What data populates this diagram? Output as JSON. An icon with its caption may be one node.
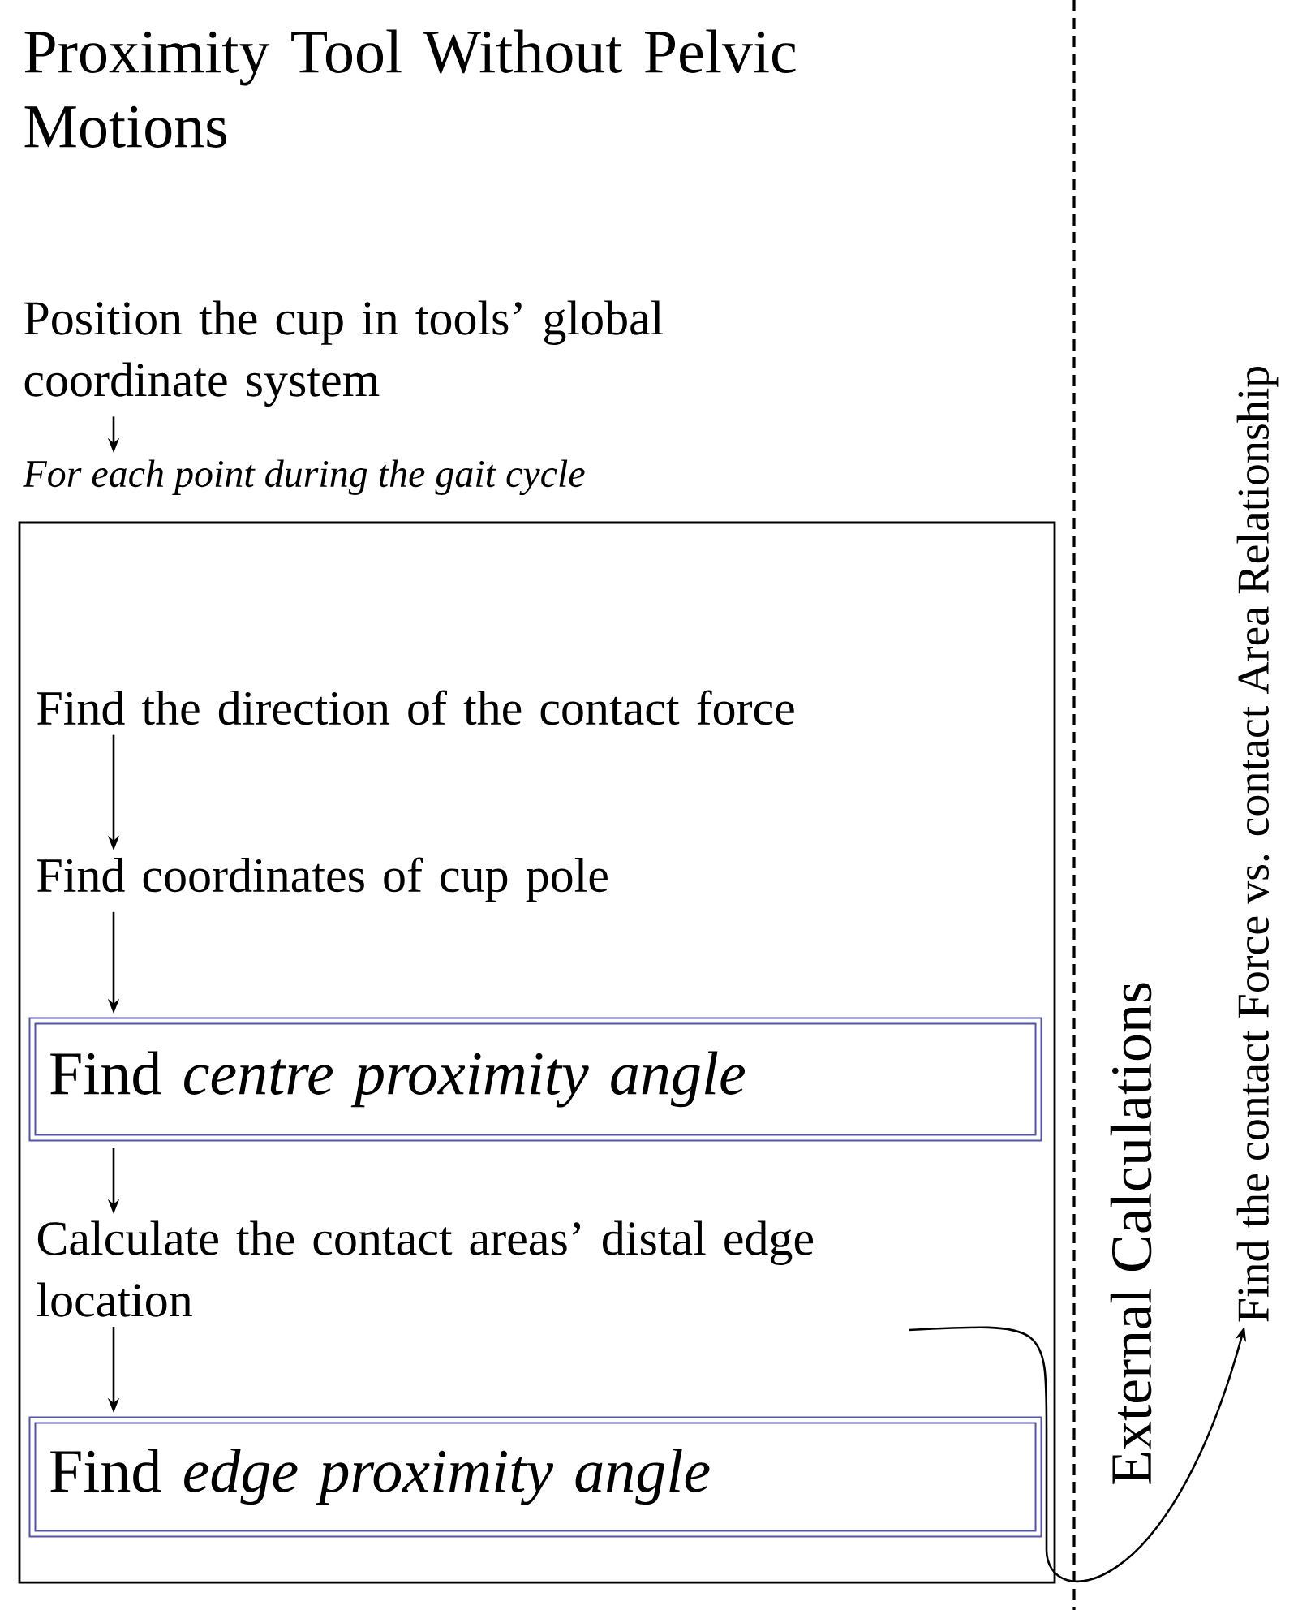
{
  "diagram": {
    "title": "Proximity Tool Without Pelvic Motions",
    "nodes": [
      {
        "text": [
          "Position the cup in tools’ global coordinate system"
        ]
      },
      {
        "text": [
          "For each point during the gait cycle"
        ]
      },
      {
        "text": [
          "Find the direction of the contact force"
        ],
        "in": 1
      },
      {
        "text": [
          "Find coordinates of cup pole"
        ],
        "in": 1
      },
      {
        "text": [
          "Find *centre proximity angle*"
        ],
        "in": 1
      },
      {
        "text": [
          "Calculate the contact areas’ distal edge location"
        ],
        "in": 1
      },
      {
        "text": [
          "Find *edge proximity angle*"
        ],
        "in": 1
      },
      {
        "text": [
          "Find the contact Force vs. contact Area Relationship"
        ]
      }
    ],
    "edges": [
      {
        "from": 0,
        "to": 1,
        "arrow": "to"
      },
      {
        "from": 2,
        "to": 3,
        "arrow": "to"
      },
      {
        "from": 3,
        "to": 4,
        "arrow": "to"
      },
      {
        "from": 4,
        "to": 5,
        "arrow": "to"
      },
      {
        "from": 5,
        "to": 6,
        "arrow": "to"
      },
      {
        "from": 5,
        "to": 7,
        "arrow": "to"
      }
    ],
    "labels": [
      "External Calculations"
    ]
  }
}
